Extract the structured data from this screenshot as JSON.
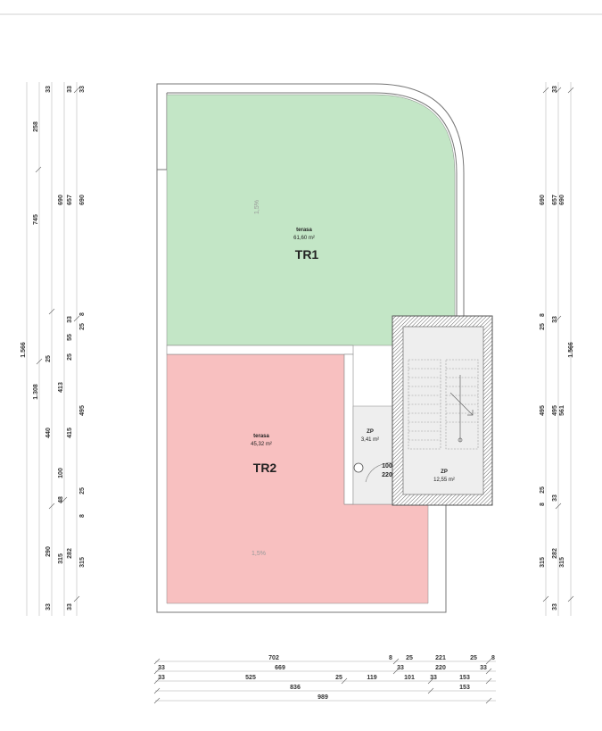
{
  "rooms": {
    "tr1": {
      "name": "TR1",
      "type": "terasa",
      "area": "61,60 m²",
      "slope": "1,5%",
      "color": "#c3e6c6"
    },
    "tr2": {
      "name": "TR2",
      "type": "terasa",
      "area": "45,32 m²",
      "slope": "1,5%",
      "color": "#f8c0c0"
    },
    "zp_small": {
      "type": "ZP",
      "area": "3,41 m²"
    },
    "zp_stair": {
      "type": "ZP",
      "area": "12,55 m²"
    },
    "door_label": [
      "100",
      "220"
    ]
  },
  "dims_left": {
    "col1": [
      "1.566"
    ],
    "col2": [
      "258",
      "745",
      "1.308",
      "440",
      "290"
    ],
    "col3": [
      "33",
      "690",
      "25",
      "413",
      "100",
      "48",
      "315",
      "33"
    ],
    "col4": [
      "33",
      "657",
      "55",
      "25",
      "415",
      "33",
      "8",
      "282",
      "33"
    ],
    "col5": [
      "690",
      "33",
      "25",
      "8",
      "495",
      "25",
      "315"
    ]
  },
  "dims_right": {
    "col1": [
      "33",
      "690",
      "25",
      "8",
      "495",
      "8",
      "25",
      "315",
      "33"
    ],
    "col2": [
      "657",
      "33",
      "495",
      "33",
      "282"
    ],
    "col3": [
      "690",
      "1.566",
      "561",
      "315"
    ]
  },
  "dims_bottom": {
    "row1": [
      "702",
      "8",
      "25",
      "221",
      "25",
      "8"
    ],
    "row2": [
      "33",
      "669",
      "33",
      "220",
      "33"
    ],
    "row3": [
      "33",
      "525",
      "25",
      "119",
      "101",
      "33",
      "153"
    ],
    "row4": [
      "836",
      "153"
    ],
    "row5": [
      "989"
    ]
  },
  "colors": {
    "wall": "#555555",
    "zp_fill": "#eeeeee",
    "dim_line": "#999999"
  }
}
